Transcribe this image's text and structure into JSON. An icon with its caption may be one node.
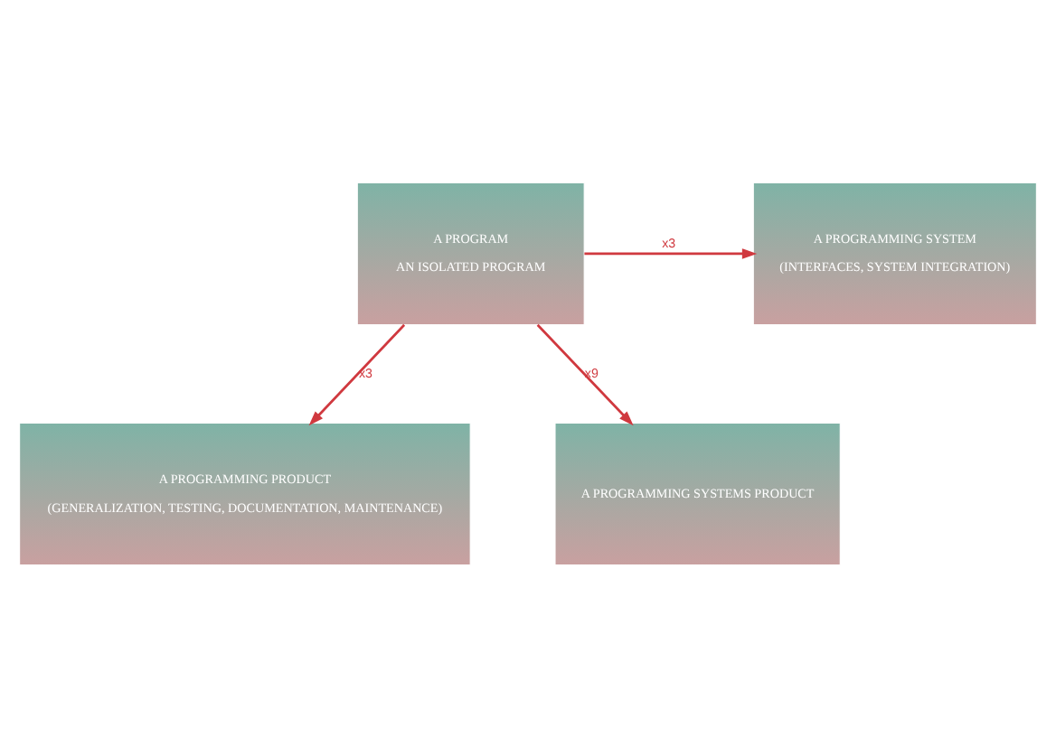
{
  "diagram": {
    "nodes": [
      {
        "text": [
          "A PROGRAM",
          "AN ISOLATED PROGRAM"
        ]
      },
      {
        "text": [
          "A PROGRAMMING SYSTEM",
          "(INTERFACES, SYSTEM INTEGRATION)"
        ]
      },
      {
        "text": [
          "A PROGRAMMING PRODUCT",
          "(GENERALIZATION, TESTING, DOCUMENTATION, MAINTENANCE)"
        ]
      },
      {
        "text": [
          "A PROGRAMMING SYSTEMS PRODUCT"
        ]
      }
    ],
    "edges": [
      {
        "from": 0,
        "to": 1,
        "arrow": "to",
        "label": "x3"
      },
      {
        "from": 0,
        "to": 2,
        "arrow": "to",
        "label": "x3"
      },
      {
        "from": 0,
        "to": 3,
        "arrow": "to",
        "label": "x9"
      }
    ]
  }
}
